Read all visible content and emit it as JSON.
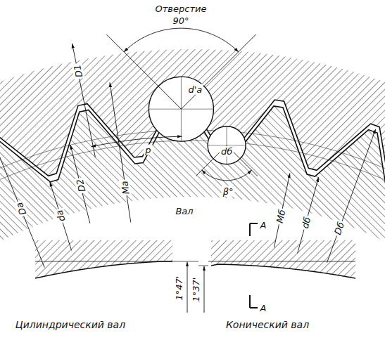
{
  "diagram": {
    "labels": [
      "Отверстие",
      "90°",
      "d'a",
      "D1",
      "Da",
      "da",
      "D2",
      "Ma",
      "p",
      "dб",
      "β°",
      "Вал",
      "Mб",
      "dб",
      "Dб",
      "A",
      "A",
      "1°47'",
      "1°37'",
      "Цилиндрический вал",
      "Конический вал"
    ]
  }
}
